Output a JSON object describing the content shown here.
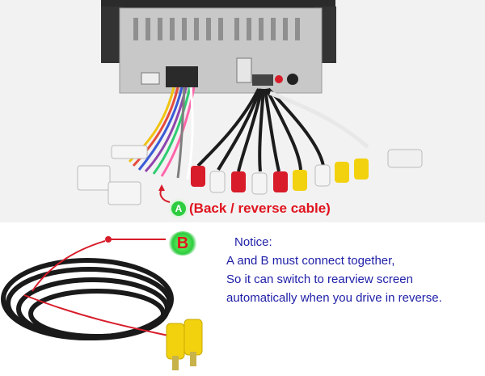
{
  "label_a": {
    "letter": "A",
    "text": "(Back / reverse cable)"
  },
  "label_b": {
    "letter": "B"
  },
  "notice": {
    "title": "Notice:",
    "lines": [
      "A and B must connect together,",
      "So it can switch to rearview screen",
      "automatically when you drive in reverse."
    ]
  },
  "colors": {
    "text_red": "#e0141e",
    "text_blue": "#1e1ea8",
    "badge_green": "#2ecc40",
    "rca_red": "#d81c2a",
    "rca_yellow": "#f2d20f",
    "rca_white": "#f4f4f4",
    "unit_gray": "#c9c9c9"
  }
}
